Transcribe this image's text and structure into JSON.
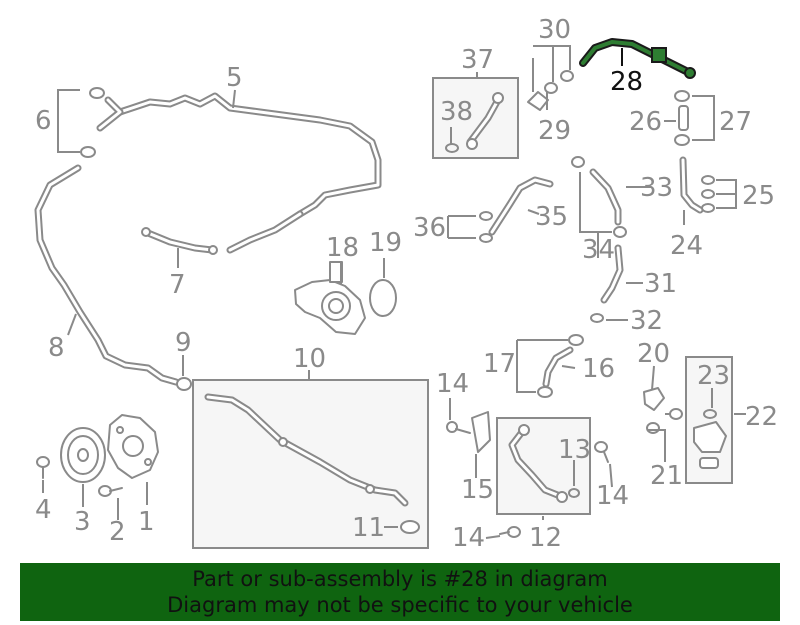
{
  "colors": {
    "banner_background": "#0f6410",
    "highlight_part": "#2e7d32",
    "line_art": "#8a8a8a",
    "callout_highlight": "#111111"
  },
  "highlighted_part": "28",
  "callouts": {
    "c1": "1",
    "c2": "2",
    "c3": "3",
    "c4": "4",
    "c5": "5",
    "c6": "6",
    "c7": "7",
    "c8": "8",
    "c9": "9",
    "c10": "10",
    "c11": "11",
    "c12": "12",
    "c13": "13",
    "c14a": "14",
    "c14b": "14",
    "c14c": "14",
    "c15": "15",
    "c16": "16",
    "c17": "17",
    "c18": "18",
    "c19": "19",
    "c20": "20",
    "c21": "21",
    "c22": "22",
    "c23": "23",
    "c24": "24",
    "c25": "25",
    "c26": "26",
    "c27": "27",
    "c28": "28",
    "c29": "29",
    "c30": "30",
    "c31": "31",
    "c32": "32",
    "c33": "33",
    "c34": "34",
    "c35": "35",
    "c36": "36",
    "c37": "37",
    "c38": "38"
  },
  "banner": {
    "line1": "Part or sub-assembly is #28 in diagram",
    "line2": "Diagram may not be specific to your vehicle"
  }
}
